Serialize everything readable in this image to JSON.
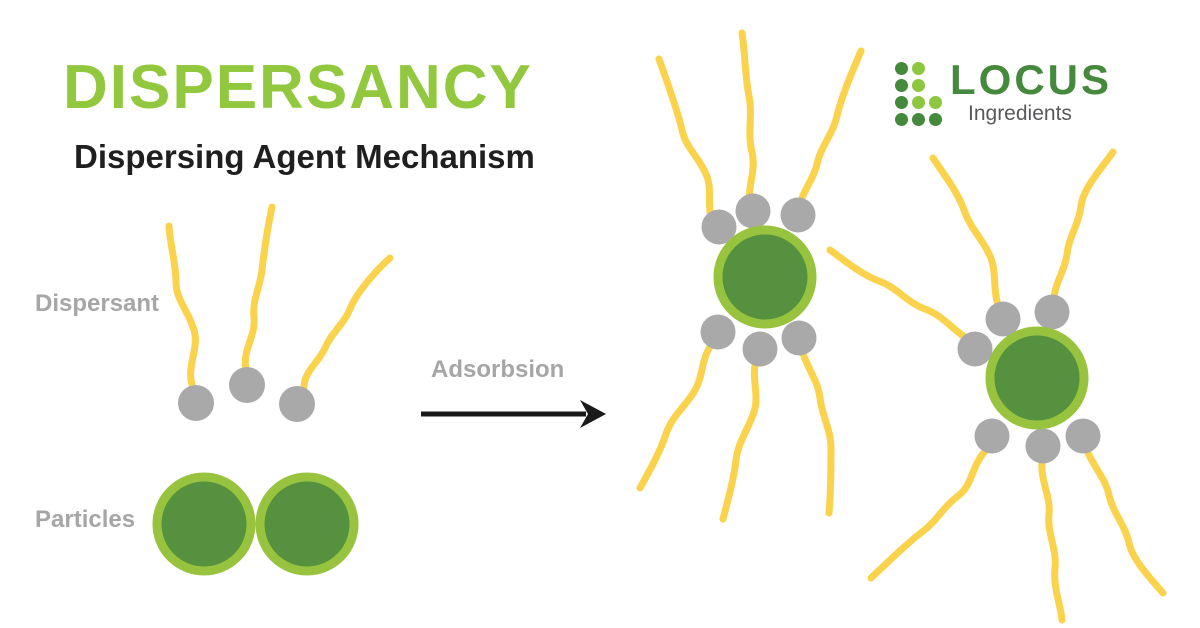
{
  "title": "DISPERSANCY",
  "subtitle": "Dispersing Agent Mechanism",
  "labels": {
    "dispersant": "Dispersant",
    "particles": "Particles",
    "arrow": "Adsorbsion"
  },
  "logo": {
    "name": "LOCUS",
    "tagline": "Ingredients",
    "dot_pattern": [
      [
        "dark",
        "light"
      ],
      [
        "dark",
        "light"
      ],
      [
        "dark",
        "light",
        "light"
      ],
      [
        "dark",
        "dark",
        "dark"
      ]
    ]
  },
  "colors": {
    "title_green": "#92C83E",
    "logo_green_dark": "#44893C",
    "logo_green_light": "#8DC63F",
    "logo_gray": "#58595B",
    "label_gray": "#A6A6A6",
    "particle_fill": "#55913E",
    "particle_border": "#97C33F",
    "dispersant_head": "#A9A9A9",
    "dispersant_tail": "#FBD24B",
    "arrow_black": "#1A1A1A"
  },
  "diagram": {
    "left_free_dispersants": 3,
    "left_bare_particles": 2,
    "dispersed_particles": [
      {
        "adsorbed_dispersants": 6
      },
      {
        "adsorbed_dispersants": 6
      }
    ]
  }
}
